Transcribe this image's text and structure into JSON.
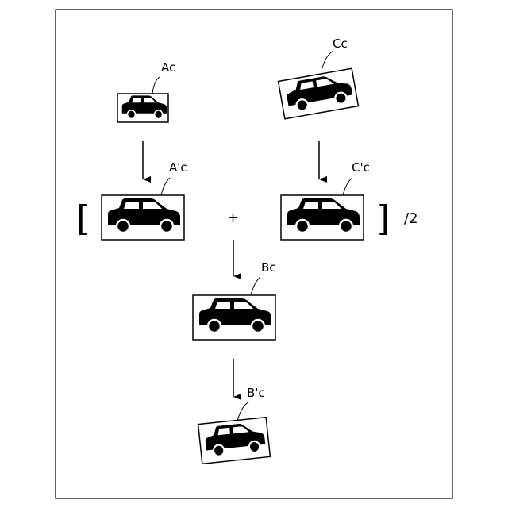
{
  "labels": {
    "ac": "Ac",
    "cc": "Cc",
    "a_prime_c": "A'c",
    "c_prime_c": "C'c",
    "bc": "Bc",
    "b_prime_c": "B'c"
  },
  "operators": {
    "plus": "+",
    "divide_by_two": "/2",
    "bracket_open": "[",
    "bracket_close": "]"
  },
  "icons": {
    "car": "car-silhouette-icon",
    "arrow": "down-arrow-icon"
  },
  "colors": {
    "ink": "#000000",
    "paper": "#ffffff"
  }
}
